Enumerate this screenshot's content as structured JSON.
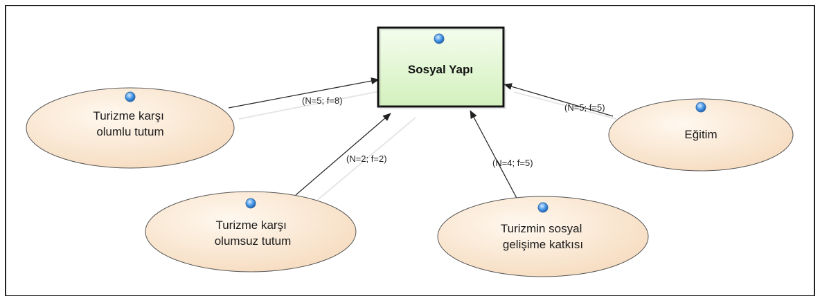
{
  "diagram": {
    "center": {
      "label": "Sosyal Yapı"
    },
    "nodes": [
      {
        "id": "olumlu",
        "lines": [
          "Turizme karşı",
          "olumlu tutum"
        ],
        "edge_label": "(N=5; f=8)"
      },
      {
        "id": "olumsuz",
        "lines": [
          "Turizme karşı",
          "olumsuz tutum"
        ],
        "edge_label": "(N=2; f=2)"
      },
      {
        "id": "gelisim",
        "lines": [
          "Turizmin sosyal",
          "gelişime katkısı"
        ],
        "edge_label": "(N=4; f=5)"
      },
      {
        "id": "egitim",
        "lines": [
          "Eğitim"
        ],
        "edge_label": "(N=5; f=5)"
      }
    ]
  },
  "colors": {
    "ellipse_fill": "#fbe8d2",
    "box_fill": "#e2f7d2",
    "line": "#2a2a2a",
    "icon_blue": "#3b8be0"
  },
  "icons": {
    "node_marker": "blue-circle-icon"
  }
}
